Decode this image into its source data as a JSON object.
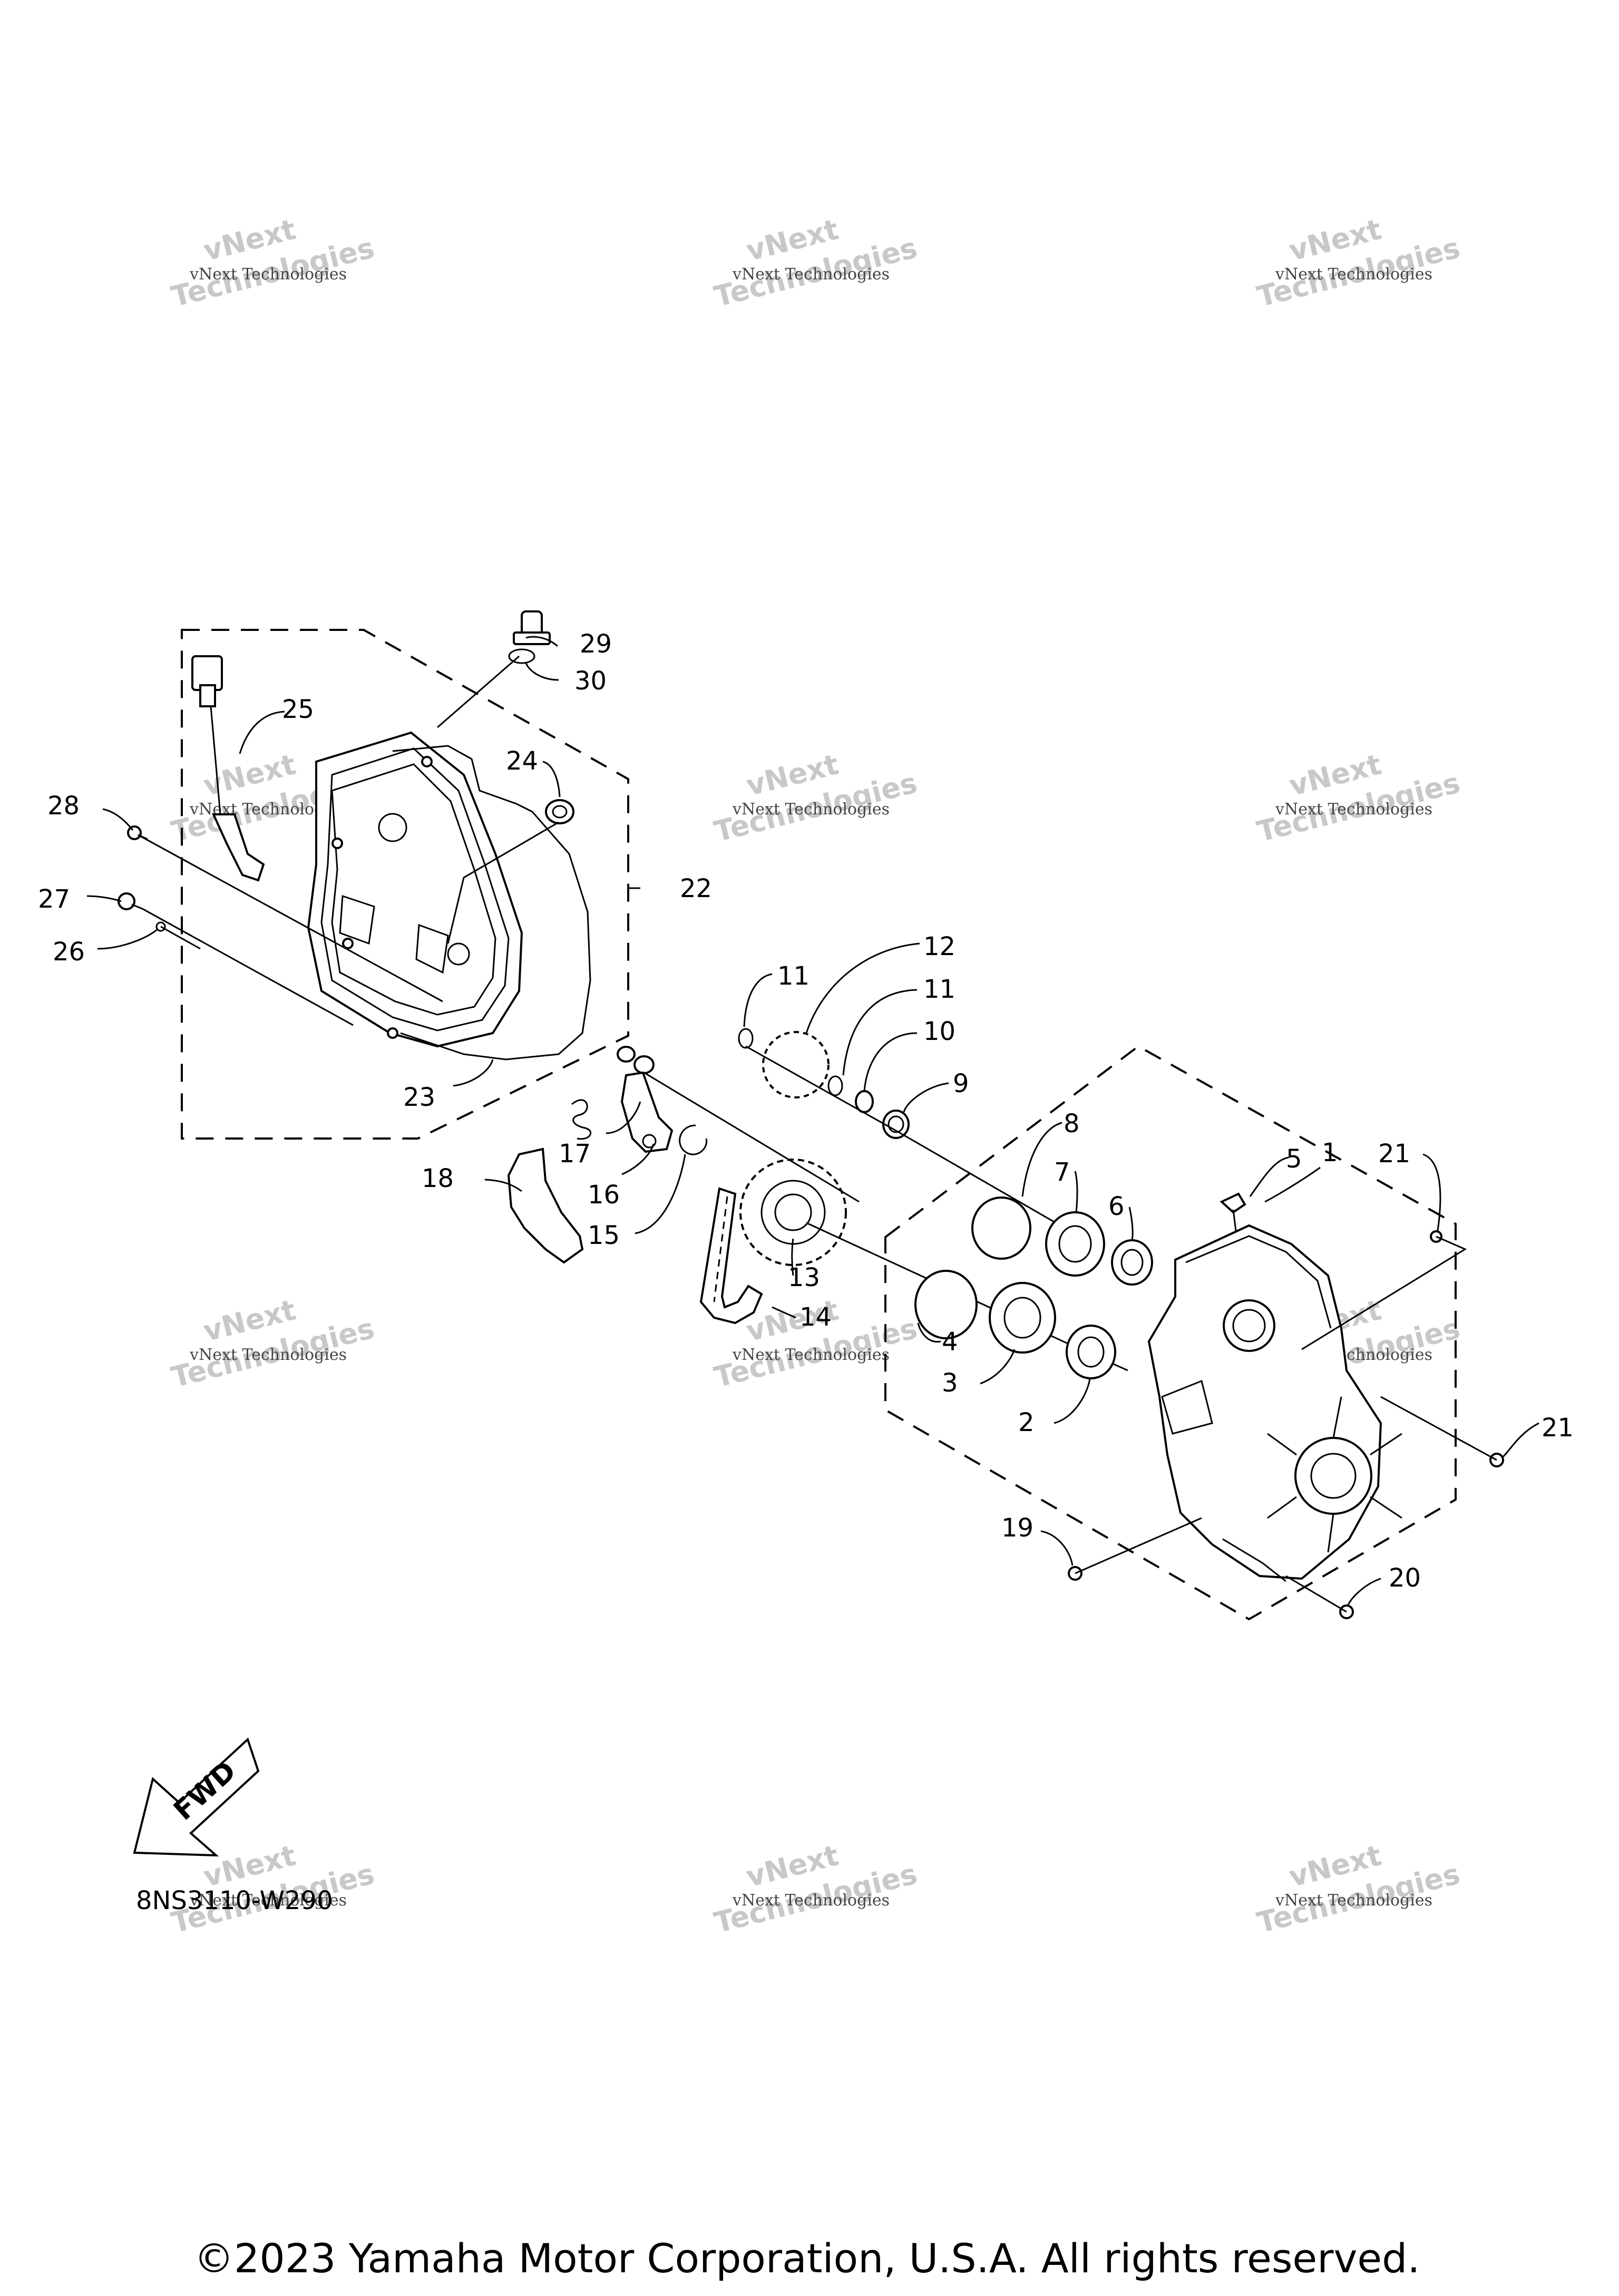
{
  "callouts": [
    "1",
    "2",
    "3",
    "4",
    "5",
    "6",
    "7",
    "8",
    "9",
    "10",
    "11",
    "11",
    "12",
    "13",
    "14",
    "15",
    "16",
    "17",
    "18",
    "19",
    "20",
    "21",
    "21",
    "22",
    "23",
    "24",
    "25",
    "26",
    "27",
    "28",
    "29",
    "30"
  ],
  "watermark": {
    "line1": "vNext Technologies",
    "line2": "vNext",
    "line3": "Technologies"
  },
  "direction_badge": "FWD",
  "diagram_code": "8NS3110-W290",
  "copyright": "©2023 Yamaha Motor Corporation, U.S.A. All rights reserved."
}
